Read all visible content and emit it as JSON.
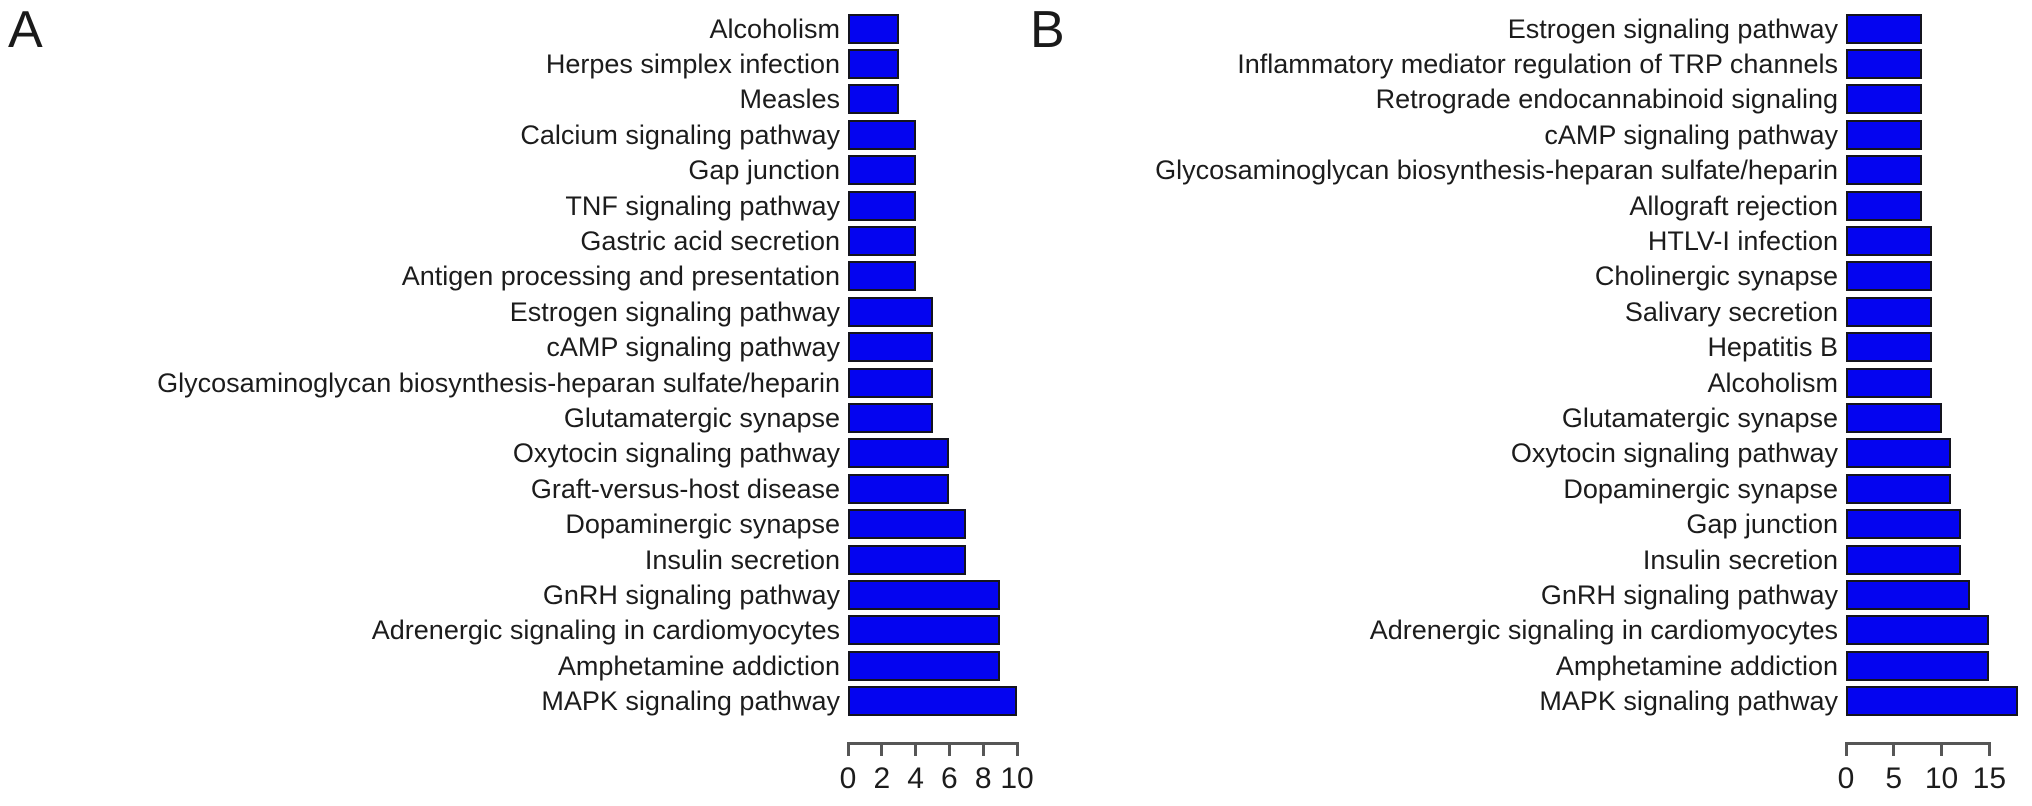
{
  "figure": {
    "background": "#ffffff",
    "bar_fill": "#0404f0",
    "bar_border": "#14141e",
    "axis_color": "#565656",
    "text_color": "#1c1c1c"
  },
  "chart_data": [
    {
      "type": "bar",
      "orientation": "horizontal",
      "panel_label": "A",
      "title": "",
      "xlabel": "",
      "ylabel": "",
      "grid": false,
      "legend": "none",
      "xlim": [
        0,
        10
      ],
      "xticks": [
        0,
        2,
        4,
        6,
        8,
        10
      ],
      "categories": [
        "Alcoholism",
        "Herpes simplex infection",
        "Measles",
        "Calcium signaling pathway",
        "Gap junction",
        "TNF signaling pathway",
        "Gastric acid secretion",
        "Antigen processing and presentation",
        "Estrogen signaling pathway",
        "cAMP signaling pathway",
        "Glycosaminoglycan biosynthesis-heparan sulfate/heparin",
        "Glutamatergic synapse",
        "Oxytocin signaling pathway",
        "Graft-versus-host disease",
        "Dopaminergic synapse",
        "Insulin secretion",
        "GnRH signaling pathway",
        "Adrenergic signaling in cardiomyocytes",
        "Amphetamine addiction",
        "MAPK signaling pathway"
      ],
      "values": [
        3,
        3,
        3,
        4,
        4,
        4,
        4,
        4,
        5,
        5,
        5,
        5,
        6,
        6,
        7,
        7,
        9,
        9,
        9,
        10
      ]
    },
    {
      "type": "bar",
      "orientation": "horizontal",
      "panel_label": "B",
      "title": "",
      "xlabel": "",
      "ylabel": "",
      "grid": false,
      "legend": "none",
      "xlim": [
        0,
        18
      ],
      "xticks": [
        0,
        5,
        10,
        15
      ],
      "categories": [
        "Estrogen signaling pathway",
        "Inflammatory mediator regulation of TRP channels",
        "Retrograde endocannabinoid signaling",
        "cAMP signaling pathway",
        "Glycosaminoglycan biosynthesis-heparan sulfate/heparin",
        "Allograft rejection",
        "HTLV-I infection",
        "Cholinergic synapse",
        "Salivary secretion",
        "Hepatitis B",
        "Alcoholism",
        "Glutamatergic synapse",
        "Oxytocin signaling pathway",
        "Dopaminergic synapse",
        "Gap junction",
        "Insulin secretion",
        "GnRH signaling pathway",
        "Adrenergic signaling in cardiomyocytes",
        "Amphetamine addiction",
        "MAPK signaling pathway"
      ],
      "values": [
        8,
        8,
        8,
        8,
        8,
        8,
        9,
        9,
        9,
        9,
        9,
        10,
        11,
        11,
        12,
        12,
        13,
        15,
        15,
        18
      ]
    }
  ]
}
